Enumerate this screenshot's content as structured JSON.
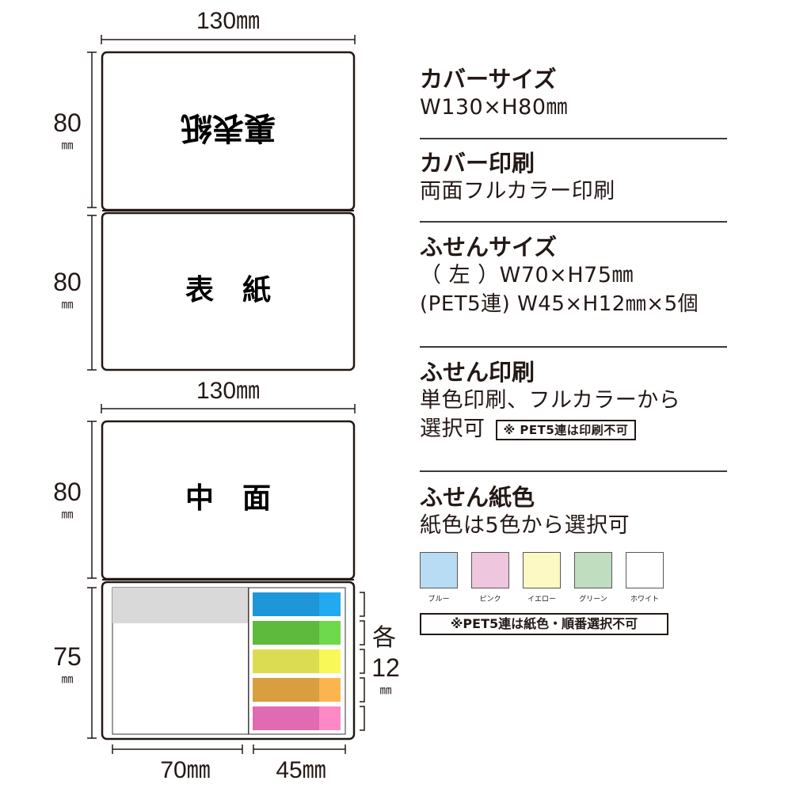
{
  "diagram": {
    "top_width_label": "130㎜",
    "cover_back_height": "80",
    "cover_back_unit": "㎜",
    "cover_back_label": "裏表紙",
    "cover_front_height": "80",
    "cover_front_unit": "㎜",
    "cover_front_label": "表　紙",
    "mid_width_label": "130㎜",
    "inner_height": "80",
    "inner_unit": "㎜",
    "inner_label": "中　面",
    "sticky_height": "75",
    "sticky_unit": "㎜",
    "each_label": "各",
    "each_value": "12",
    "each_unit": "㎜",
    "bottom_left_width": "70㎜",
    "bottom_right_width": "45㎜",
    "pet_tabs": [
      {
        "main": "#1e96d8",
        "light": "#22aaf0"
      },
      {
        "main": "#5dba3d",
        "light": "#6dd94b"
      },
      {
        "main": "#dcdc52",
        "light": "#f8f859"
      },
      {
        "main": "#d99e40",
        "light": "#fcb44f"
      },
      {
        "main": "#e06bb0",
        "light": "#ff88c6"
      }
    ]
  },
  "specs": [
    {
      "title": "カバーサイズ",
      "lines": [
        "W130×H80㎜"
      ]
    },
    {
      "title": "カバー印刷",
      "lines": [
        "両面フルカラー印刷"
      ]
    },
    {
      "title": "ふせんサイズ",
      "lines": [
        "（ 左 ）W70×H75㎜",
        "(PET5連) W45×H12㎜×5個"
      ]
    },
    {
      "title": "ふせん印刷",
      "lines": [
        "単色印刷、フルカラーから",
        "選択可"
      ],
      "note": "※ PET5連は印刷不可"
    },
    {
      "title": "ふせん紙色",
      "lines": [
        "紙色は5色から選択可"
      ]
    }
  ],
  "swatches": [
    {
      "name": "ブルー",
      "color": "#b7dcf3"
    },
    {
      "name": "ピンク",
      "color": "#eec6dd"
    },
    {
      "name": "イエロー",
      "color": "#fdf9c5"
    },
    {
      "name": "グリーン",
      "color": "#c0ddc0"
    },
    {
      "name": "ホワイト",
      "color": "#ffffff"
    }
  ],
  "swatch_note": "※PET5連は紙色・順番選択不可"
}
